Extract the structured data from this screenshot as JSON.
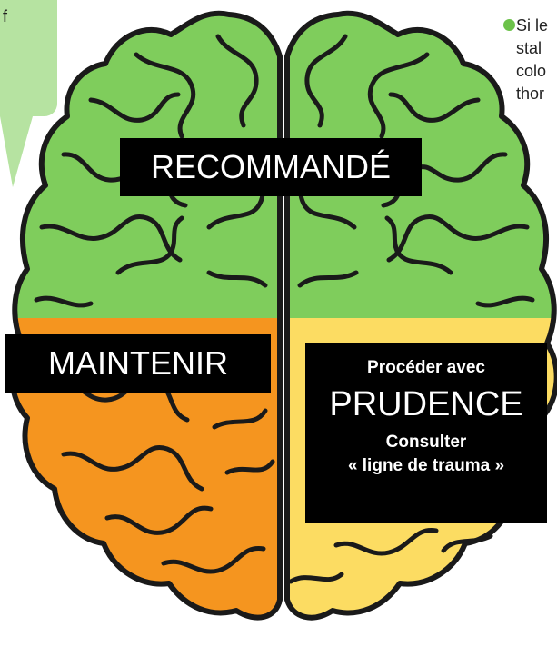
{
  "callout": {
    "text": "f"
  },
  "note": {
    "lines": [
      "Si le",
      "stal",
      "colo",
      "thor"
    ]
  },
  "labels": {
    "recommande": "RECOMMANDÉ",
    "maintenir": "MAINTENIR",
    "prudence": {
      "line1": "Procéder avec",
      "line2": "PRUDENCE",
      "line3": "Consulter",
      "line4": "« ligne de trauma »"
    }
  },
  "colors": {
    "recommended_zone": "#7fcd5c",
    "maintain_zone": "#f5951f",
    "caution_zone": "#fcdc62",
    "outline": "#1a1a1a",
    "callout_bg": "#b6e3a1",
    "bullet": "#6cc24a",
    "label_bg": "#000000",
    "label_text": "#ffffff"
  }
}
